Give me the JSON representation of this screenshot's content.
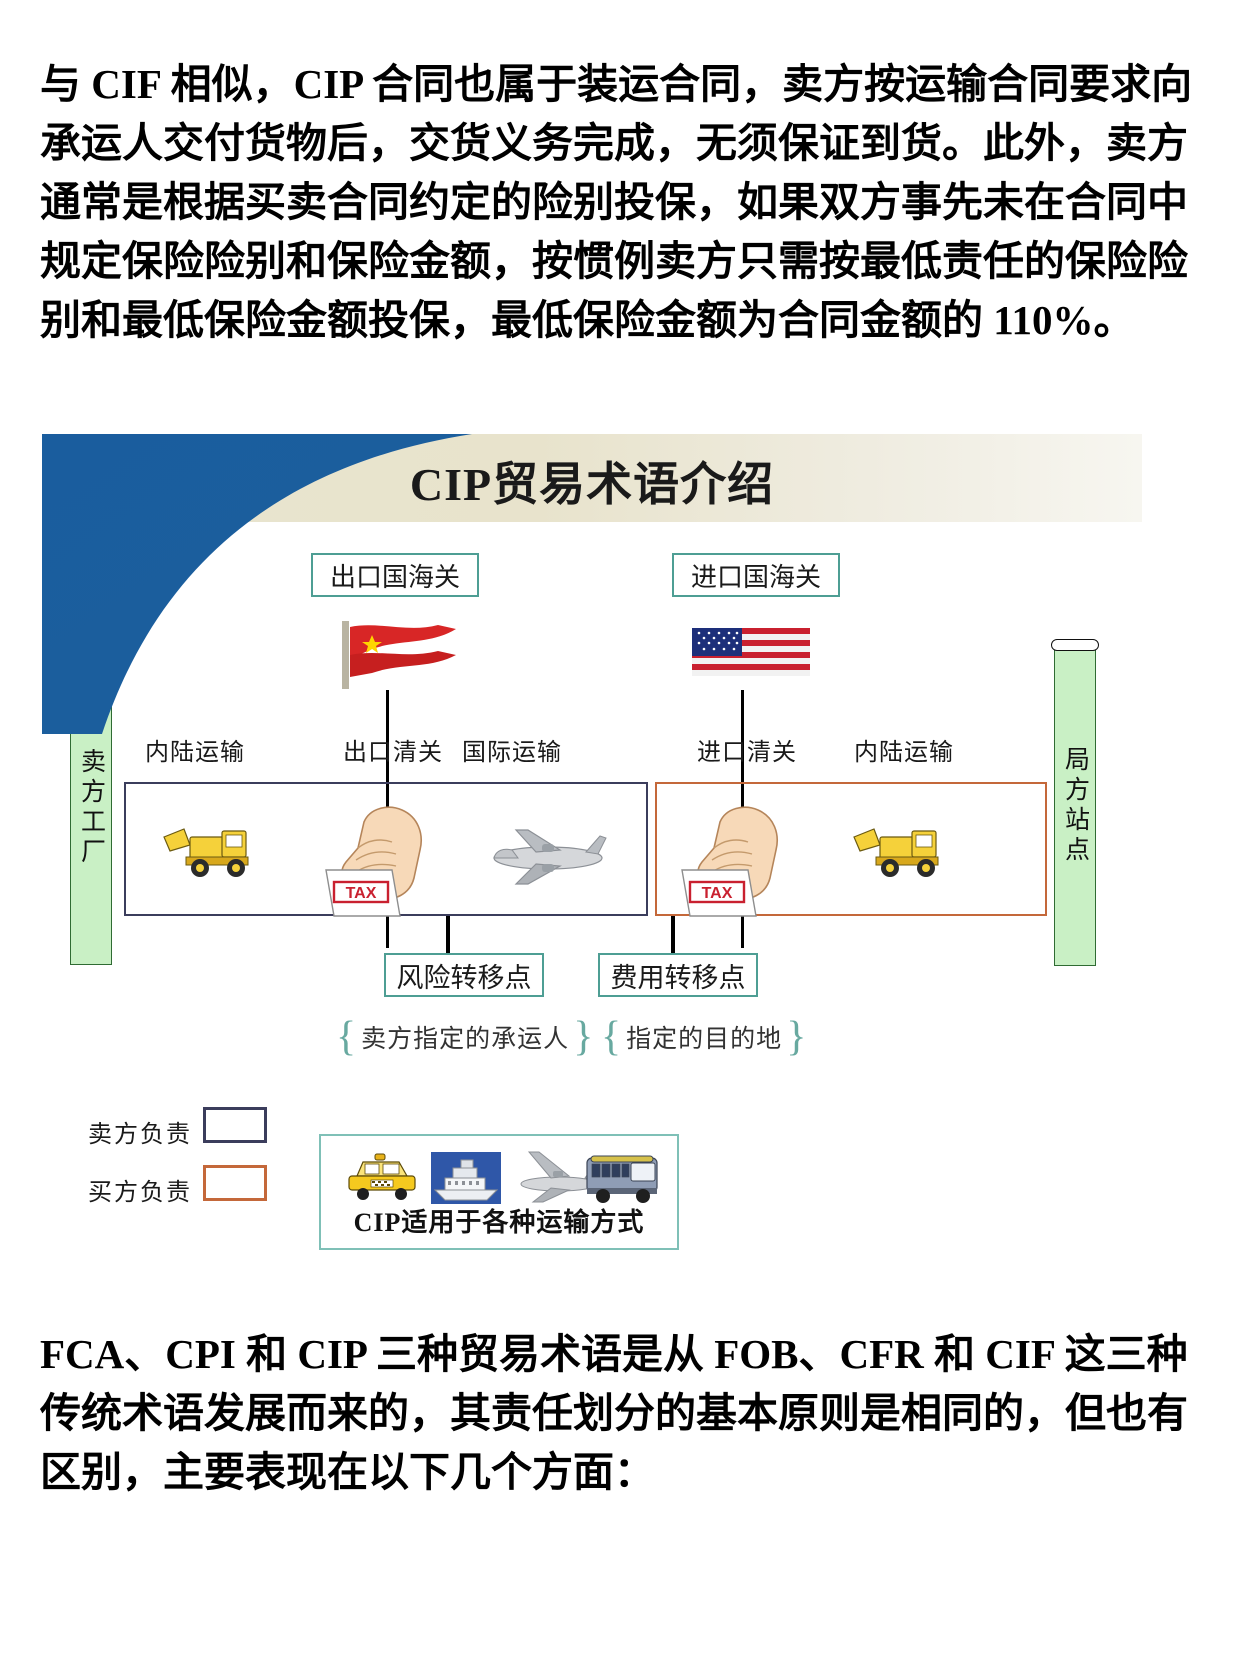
{
  "document": {
    "paragraph_top": "与 CIF 相似，CIP 合同也属于装运合同，卖方按运输合同要求向承运人交付货物后，交货义务完成，无须保证到货。此外，卖方通常是根据买卖合同约定的险别投保，如果双方事先未在合同中规定保险险别和保险金额，按惯例卖方只需按最低责任的保险险别和最低保险金额投保，最低保险金额为合同金额的 110%。",
    "paragraph_bottom": "FCA、CPI 和 CIP 三种贸易术语是从 FOB、CFR 和 CIF 这三种传统术语发展而来的，其责任划分的基本原则是相同的，但也有区别，主要表现在以下几个方面："
  },
  "diagram": {
    "title": "CIP贸易术语介绍",
    "customs": {
      "export": "出口国海关",
      "import": "进口国海关"
    },
    "flags": {
      "export_flag": "china-flag-icon",
      "import_flag": "usa-flag-icon"
    },
    "endpoints": {
      "left": "卖方工厂",
      "right": "局方站点"
    },
    "stages": [
      {
        "label": "内陆运输",
        "icon": "loader-truck-icon"
      },
      {
        "label": "出口清关",
        "icon": "hand-tax-icon"
      },
      {
        "label": "国际运输",
        "icon": "airplane-icon"
      },
      {
        "label": "进口清关",
        "icon": "hand-tax-icon"
      },
      {
        "label": "内陆运输",
        "icon": "loader-truck-icon"
      }
    ],
    "transfer_points": {
      "risk": "风险转移点",
      "cost": "费用转移点"
    },
    "braces": {
      "carrier": "卖方指定的承运人",
      "destination": "指定的目的地"
    },
    "legend": [
      {
        "label": "卖方负责",
        "color": "#3b3d5c"
      },
      {
        "label": "买方负责",
        "color": "#c4683a"
      }
    ],
    "modes": {
      "caption": "CIP适用于各种运输方式",
      "icons": [
        "taxi-icon",
        "ship-icon",
        "airplane-icon",
        "bus-icon"
      ]
    },
    "tax_label": "TAX",
    "colors": {
      "header_blue": "#1a5d9e",
      "header_beige": "#e8e3cc",
      "teal_border": "#4e9e94",
      "green_bar": "#c9f0c5",
      "seller_box": "#3b3d5c",
      "buyer_box": "#c4683a"
    }
  }
}
